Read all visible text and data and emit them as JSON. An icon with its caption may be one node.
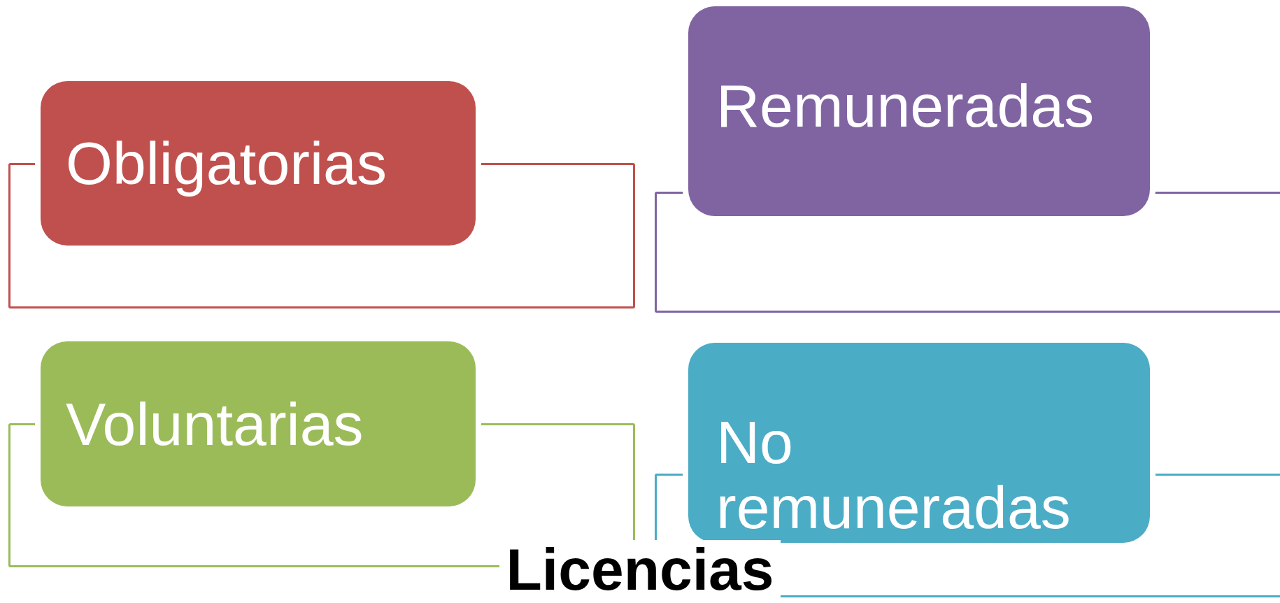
{
  "diagram": {
    "title": "Licencias",
    "nodes": [
      {
        "text": [
          "Obligatorias"
        ]
      },
      {
        "text": [
          "Remuneradas"
        ]
      },
      {
        "text": [
          "Voluntarias"
        ]
      },
      {
        "text": [
          "No remuneradas"
        ]
      }
    ]
  }
}
